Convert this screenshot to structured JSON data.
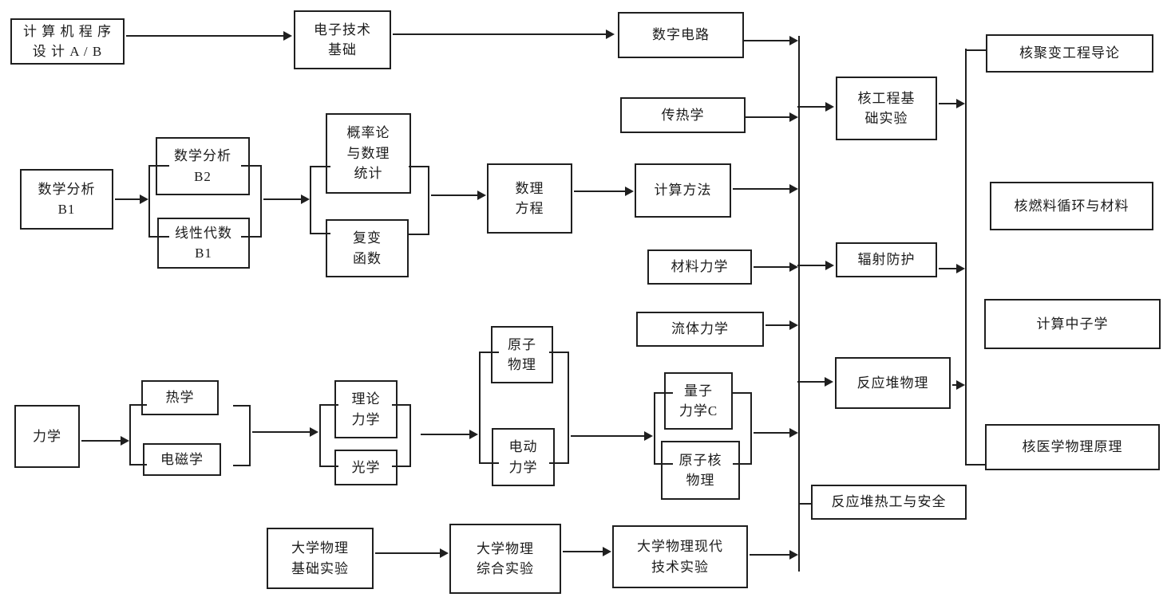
{
  "nodes": {
    "jisuanji_chengxu": "计 算 机 程 序\n设 计 A / B",
    "dianzi_jishu": "电子技术\n基础",
    "shuzi_dianlu": "数字电路",
    "chuanrexue": "传热学",
    "shuxue_b1": "数学分析\nB1",
    "shuxue_b2": "数学分析\nB2",
    "xianxing_daishu": "线性代数\nB1",
    "gailvlun": "概率论\n与数理\n统计",
    "fubian_hanshu": "复变\n函数",
    "shuli_fangcheng": "数理\n方程",
    "jisuan_fangfa": "计算方法",
    "cailiao_lixue": "材料力学",
    "liuti_lixue": "流体力学",
    "lixue": "力学",
    "rexue": "热学",
    "diancixue": "电磁学",
    "lilun_lixue": "理论\n力学",
    "guangxue": "光学",
    "yuanzi_wuli": "原子\n物理",
    "diandong_lixue": "电动\n力学",
    "liangzi_lixue": "量子\n力学C",
    "yuanzihe_wuli": "原子核\n物理",
    "hegongcheng_shiyan": "核工程基\n础实验",
    "fushe_fanghu": "辐射防护",
    "fanyingdui_wuli": "反应堆物理",
    "hejubian_daolun": "核聚变工程导论",
    "heranliao_xunhuan": "核燃料循环与材料",
    "jisuan_zhongzixue": "计算中子学",
    "heyixue_yuanli": "核医学物理原理",
    "fanyingdui_regong": "反应堆热工与安全",
    "daxue_jichu_shiyan": "大学物理\n基础实验",
    "daxue_zonghe_shiyan": "大学物理\n综合实验",
    "daxue_xiandai_shiyan": "大学物理现代\n技术实验"
  },
  "edges": [
    {
      "from": "jisuanji_chengxu",
      "to": "dianzi_jishu"
    },
    {
      "from": "dianzi_jishu",
      "to": "shuzi_dianlu"
    },
    {
      "from": "shuzi_dianlu",
      "to": "bus1"
    },
    {
      "from": "chuanrexue",
      "to": "bus1"
    },
    {
      "from": "bus1",
      "to": "hegongcheng_shiyan"
    },
    {
      "from": "hegongcheng_shiyan",
      "to": "bus2"
    },
    {
      "from": "shuxue_b1",
      "to": "shuxue_b2+xianxing_daishu"
    },
    {
      "from": "shuxue_b2+xianxing_daishu",
      "to": "gailvlun+fubian_hanshu"
    },
    {
      "from": "gailvlun+fubian_hanshu",
      "to": "shuli_fangcheng"
    },
    {
      "from": "shuli_fangcheng",
      "to": "jisuan_fangfa"
    },
    {
      "from": "jisuan_fangfa",
      "to": "bus1"
    },
    {
      "from": "cailiao_lixue",
      "to": "bus1"
    },
    {
      "from": "bus1",
      "to": "fushe_fanghu"
    },
    {
      "from": "fushe_fanghu",
      "to": "bus2"
    },
    {
      "from": "liuti_lixue",
      "to": "bus1"
    },
    {
      "from": "bus1",
      "to": "fanyingdui_wuli"
    },
    {
      "from": "fanyingdui_wuli",
      "to": "bus2"
    },
    {
      "from": "lixue",
      "to": "rexue+diancixue"
    },
    {
      "from": "rexue+diancixue",
      "to": "lilun_lixue+guangxue"
    },
    {
      "from": "lilun_lixue+guangxue",
      "to": "yuanzi_wuli+diandong_lixue"
    },
    {
      "from": "yuanzi_wuli+diandong_lixue",
      "to": "liangzi_lixue+yuanzihe_wuli"
    },
    {
      "from": "liangzi_lixue+yuanzihe_wuli",
      "to": "bus1"
    },
    {
      "from": "daxue_jichu_shiyan",
      "to": "daxue_zonghe_shiyan"
    },
    {
      "from": "daxue_zonghe_shiyan",
      "to": "daxue_xiandai_shiyan"
    },
    {
      "from": "daxue_xiandai_shiyan",
      "to": "bus1"
    },
    {
      "from": "bus1",
      "to": "fanyingdui_regong"
    },
    {
      "from": "bus2",
      "to": "hejubian_daolun"
    },
    {
      "from": "bus2",
      "to": "heyixue_yuanli"
    }
  ],
  "colors": {
    "line": "#1f1f1f",
    "box_background": "#ffffff",
    "page_background": "#ffffff"
  }
}
